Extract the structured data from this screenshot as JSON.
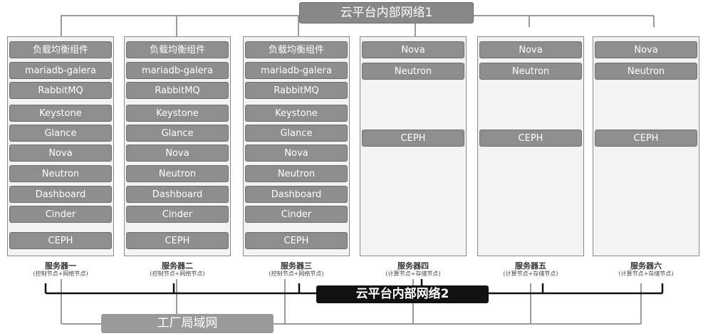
{
  "networks": {
    "internal1": "云平台内部网络1",
    "internal2": "云平台内部网络2",
    "lan": "工厂局域网"
  },
  "servers": [
    {
      "name": "服务器一",
      "role": "(控制节点+网络节点)",
      "services": [
        "负载均衡组件",
        "mariadb-galera",
        "RabbitMQ",
        "Keystone",
        "Glance",
        "Nova",
        "Neutron",
        "Dashboard",
        "Cinder",
        "CEPH"
      ]
    },
    {
      "name": "服务器二",
      "role": "(控制节点+网络节点)",
      "services": [
        "负载均衡组件",
        "mariadb-galera",
        "RabbitMQ",
        "Keystone",
        "Glance",
        "Nova",
        "Neutron",
        "Dashboard",
        "Cinder",
        "CEPH"
      ]
    },
    {
      "name": "服务器三",
      "role": "(控制节点+网络节点)",
      "services": [
        "负载均衡组件",
        "mariadb-galera",
        "RabbitMQ",
        "Keystone",
        "Glance",
        "Nova",
        "Neutron",
        "Dashboard",
        "Cinder",
        "CEPH"
      ]
    },
    {
      "name": "服务器四",
      "role": "(计算节点+存储节点)",
      "services": [
        "Nova",
        "Neutron",
        "CEPH"
      ]
    },
    {
      "name": "服务器五",
      "role": "(计算节点+存储节点)",
      "services": [
        "Nova",
        "Neutron",
        "CEPH"
      ]
    },
    {
      "name": "服务器六",
      "role": "(计算节点+存储节点)",
      "services": [
        "Nova",
        "Neutron",
        "CEPH"
      ]
    }
  ],
  "colors": {
    "service_box": "#8e8e8e",
    "server_bg": "#f3f3f3",
    "net2_bg": "#111111",
    "line": "#999999"
  }
}
